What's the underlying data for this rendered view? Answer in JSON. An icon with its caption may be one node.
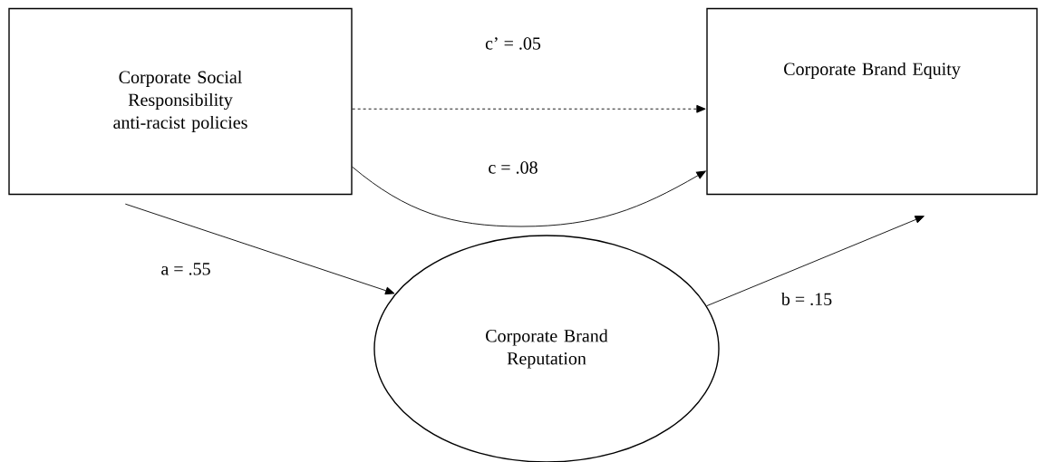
{
  "diagram": {
    "nodes": [
      {
        "text": [
          "Corporate Social Responsibility anti-racist policies"
        ]
      },
      {
        "text": [
          "Corporate Brand Equity"
        ]
      },
      {
        "text": [
          "Corporate Brand Reputation"
        ]
      }
    ],
    "edges": [
      {
        "from": 0,
        "to": 1,
        "arrow": "to",
        "style": "dashed",
        "label": "c’ = .05"
      },
      {
        "from": 0,
        "to": 1,
        "arrow": "to",
        "label": "c = .08"
      },
      {
        "from": 0,
        "to": 2,
        "arrow": "to",
        "label": "a = .55"
      },
      {
        "from": 2,
        "to": 1,
        "arrow": "to",
        "label": "b = .15"
      }
    ]
  }
}
